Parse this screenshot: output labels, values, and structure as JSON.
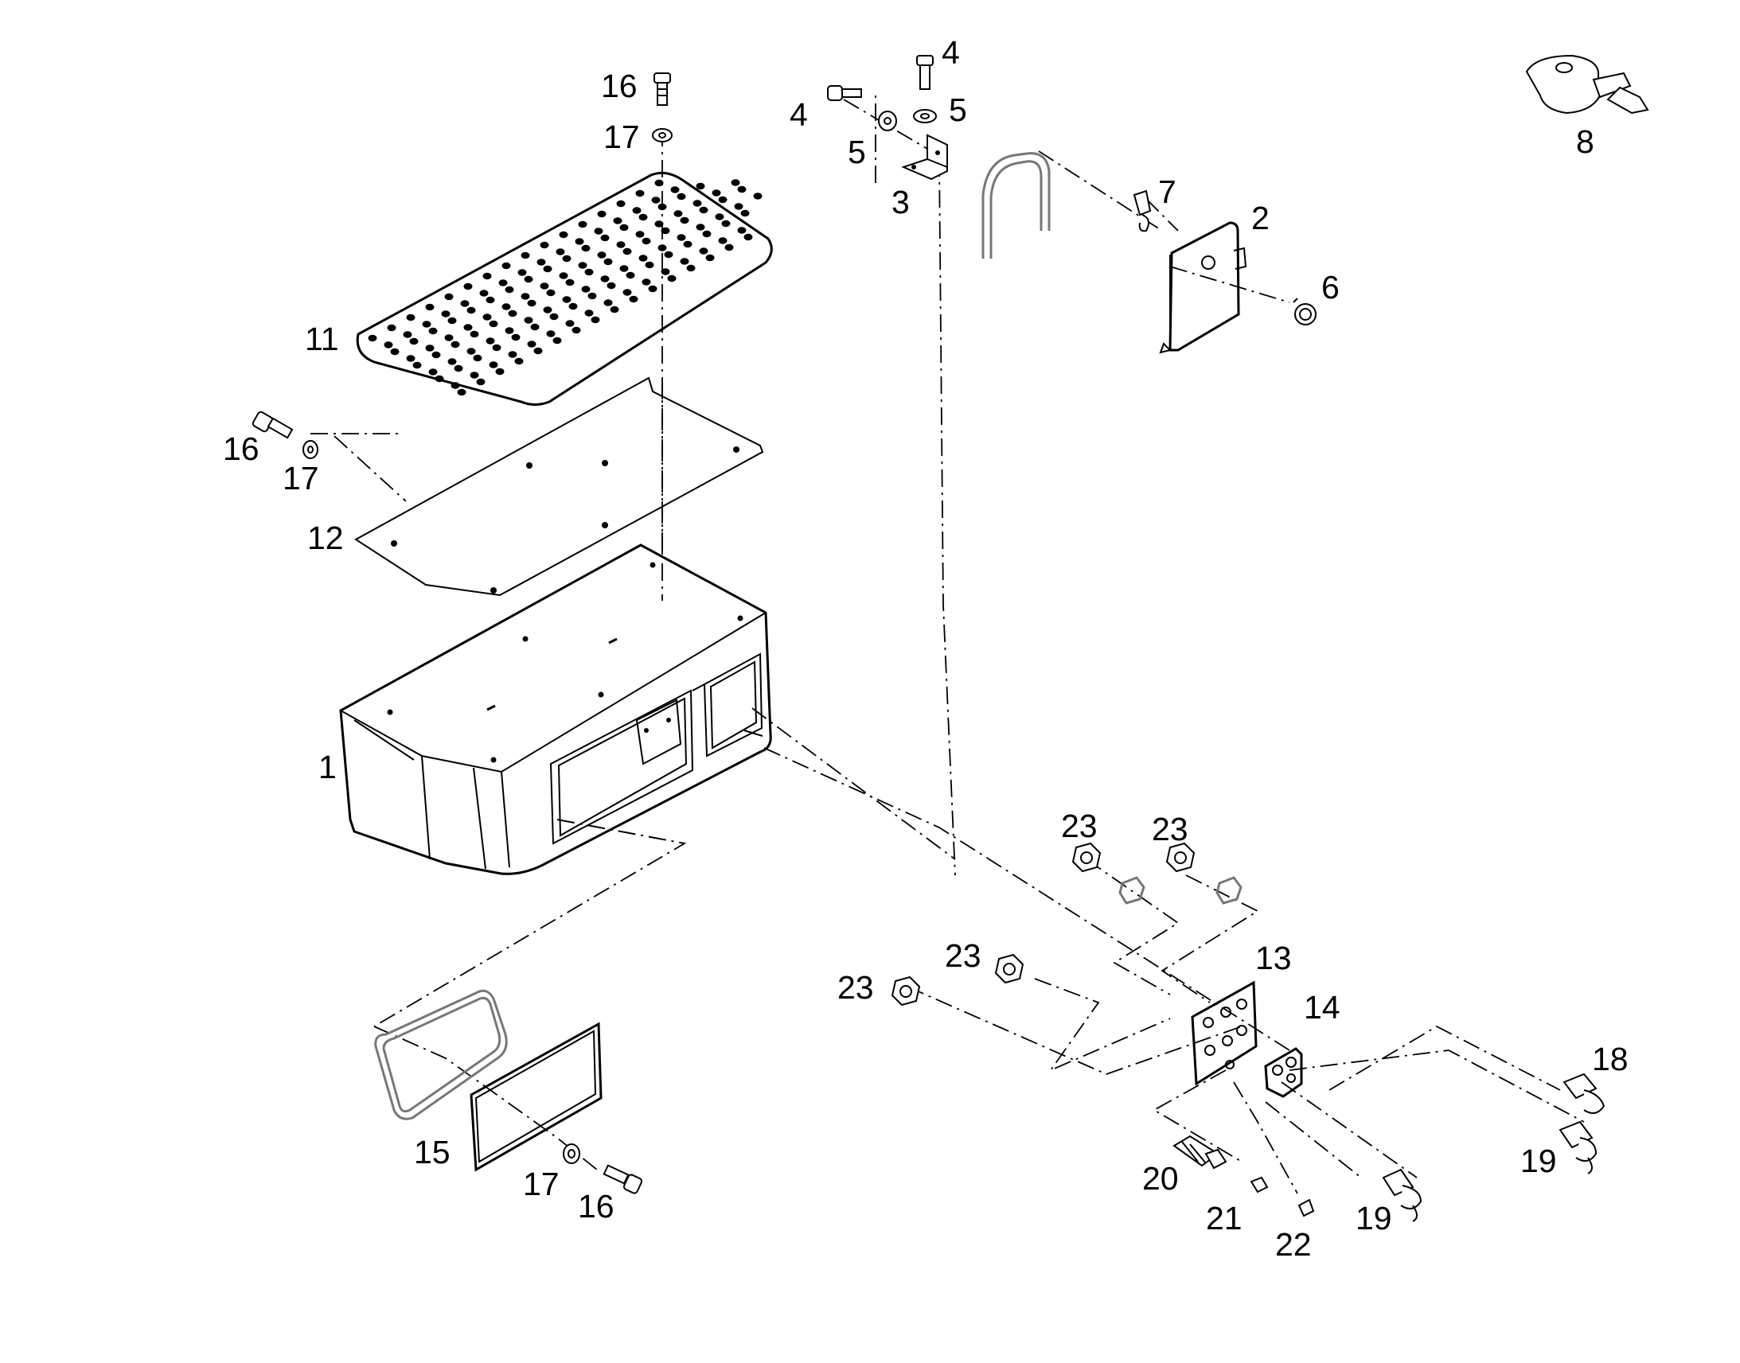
{
  "labels": {
    "p1": "1",
    "p2": "2",
    "p3": "3",
    "p4a": "4",
    "p4b": "4",
    "p5a": "5",
    "p5b": "5",
    "p6": "6",
    "p7": "7",
    "p8": "8",
    "p11": "11",
    "p12": "12",
    "p13": "13",
    "p14": "14",
    "p15": "15",
    "p16a": "16",
    "p16b": "16",
    "p16c": "16",
    "p17a": "17",
    "p17b": "17",
    "p17c": "17",
    "p18": "18",
    "p19a": "19",
    "p19b": "19",
    "p20": "20",
    "p21": "21",
    "p22": "22",
    "p23a": "23",
    "p23b": "23",
    "p23c": "23",
    "p23d": "23"
  }
}
